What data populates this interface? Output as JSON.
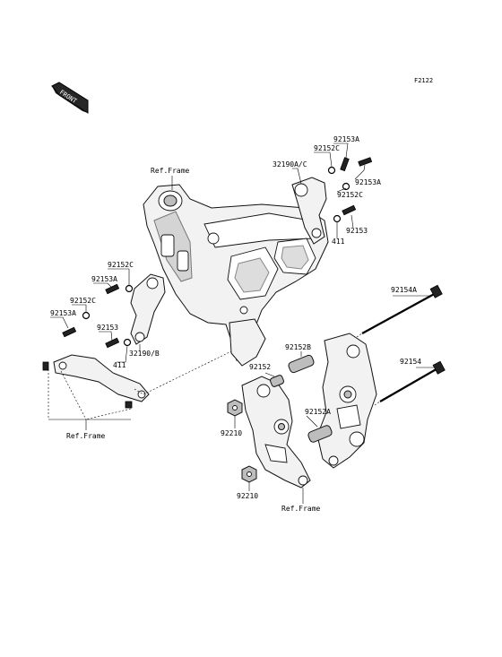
{
  "figure_code": "F2122",
  "front_badge": "FRONT",
  "ref_frame": "Ref.Frame",
  "labels": {
    "p92153A_top": "92153A",
    "p92152C_top": "92152C",
    "p32190AC": "32190A/C",
    "p92153A_right": "92153A",
    "p92152C_right": "92152C",
    "p92153_right": "92153",
    "p411_right": "411",
    "p92152C_left": "92152C",
    "p92153A_left": "92153A",
    "p92152C_left2": "92152C",
    "p92153A_left2": "92153A",
    "p92153_left": "92153",
    "p32190B": "32190/B",
    "p411_left": "411",
    "p92154A": "92154A",
    "p92152B": "92152B",
    "p92152": "92152",
    "p92154": "92154",
    "p92152A": "92152A",
    "p92210_upper": "92210",
    "p92210_lower": "92210"
  }
}
